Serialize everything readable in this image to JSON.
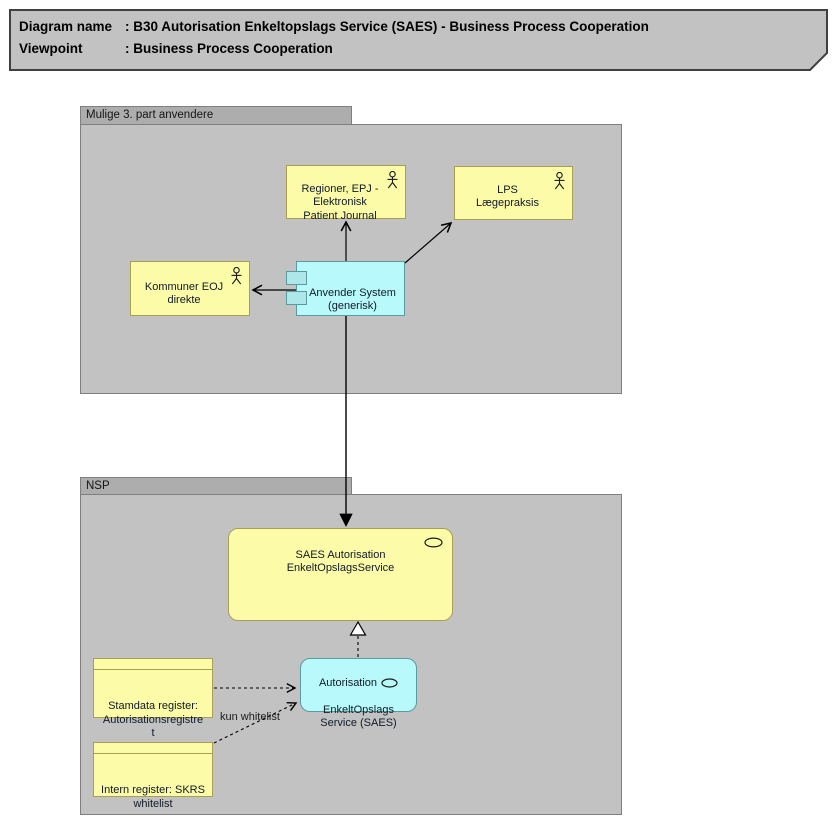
{
  "title": {
    "line1_label": "Diagram name",
    "line1_value": ": B30 Autorisation Enkeltopslags Service (SAES) - Business Process Cooperation",
    "line2_label": "Viewpoint",
    "line2_value": ": Business Process Cooperation"
  },
  "groups": {
    "third_party": {
      "label": "Mulige 3. part anvendere"
    },
    "nsp": {
      "label": "NSP"
    }
  },
  "nodes": {
    "regioner": {
      "text": "Regioner, EPJ -\nElektronisk\nPatient Journal"
    },
    "lps": {
      "text": "LPS\nLægepraksis"
    },
    "kommuner": {
      "text": "Kommuner EOJ\ndirekte"
    },
    "anvender": {
      "text": "Anvender System\n(generisk)"
    },
    "saes_service": {
      "text": "SAES Autorisation\nEnkeltOpslagsService"
    },
    "auth_service": {
      "line1": "Autorisation",
      "line2": "EnkeltOpslags\nService (SAES)"
    },
    "stamdata": {
      "text": "Stamdata register:\nAutorisationsregistre\nt"
    },
    "intern": {
      "text": "Intern register: SKRS\nwhitelist"
    }
  },
  "labels": {
    "kun_whitelist": "kun whitelist"
  },
  "colors": {
    "node_yellow": "#fcfba8",
    "node_yellow_border": "#a8a050",
    "node_cyan": "#b8fafc",
    "node_cyan_border": "#5a9aa0",
    "group_body": "#c2c2c2",
    "group_tab": "#adadad",
    "title_fill": "#c2c2c2",
    "connector": "#000000"
  }
}
